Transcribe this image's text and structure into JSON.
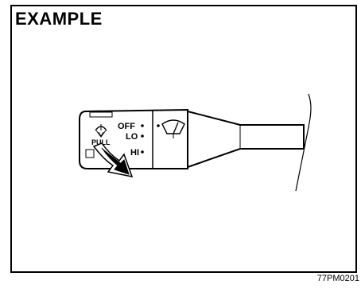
{
  "figure": {
    "title": "EXAMPLE",
    "code": "77PM0201"
  },
  "switch": {
    "positions": [
      "OFF",
      "LO",
      "HI"
    ],
    "pull_label": "PULL",
    "washer_icon": "washer-icon",
    "wiper_icon": "wiper-icon",
    "arrow_icon": "pull-arrow-icon"
  }
}
